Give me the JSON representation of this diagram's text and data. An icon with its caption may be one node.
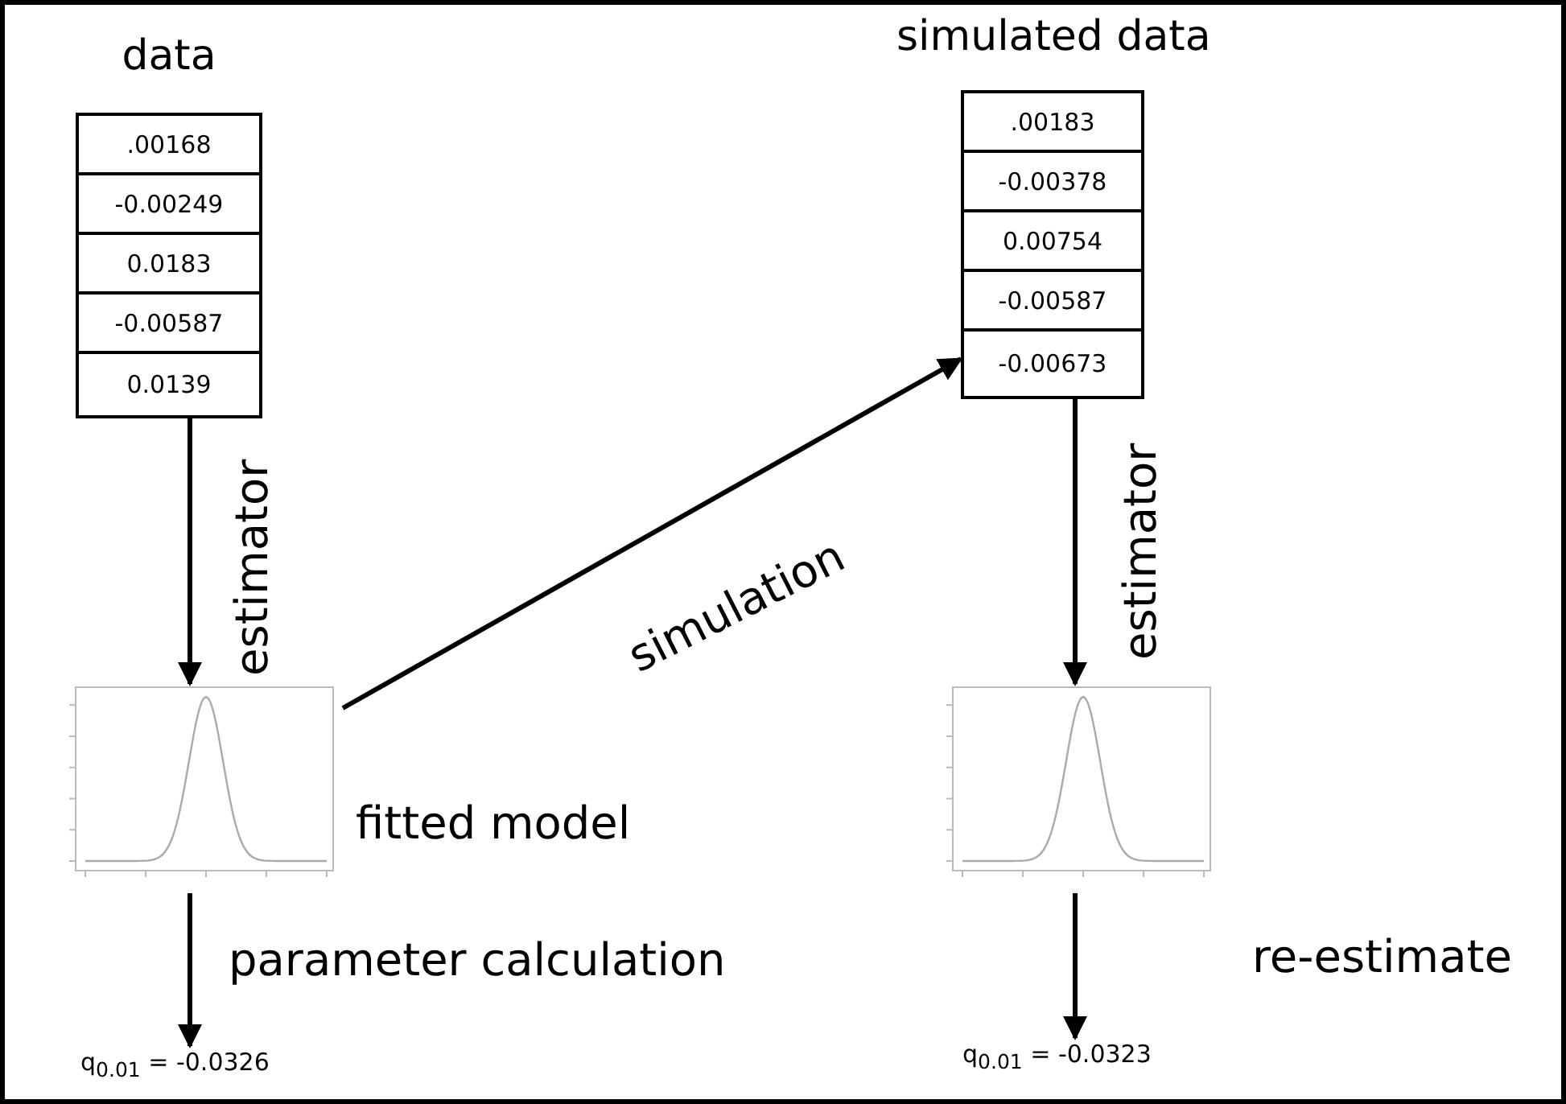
{
  "diagram": {
    "nodes": [
      {
        "text": [
          "data"
        ]
      },
      {
        "text": [
          ".00168"
        ],
        "in": 0
      },
      {
        "text": [
          "-0.00249"
        ],
        "in": 0
      },
      {
        "text": [
          "0.0183"
        ],
        "in": 0
      },
      {
        "text": [
          "-0.00587"
        ],
        "in": 0
      },
      {
        "text": [
          "0.0139"
        ],
        "in": 0
      },
      {
        "text": [],
        "shape": "picture",
        "beside": [
          "fitted model"
        ]
      },
      {
        "text": [
          "q$_{0.01}$ = -0.0326"
        ]
      },
      {
        "text": [
          "simulated data"
        ]
      },
      {
        "text": [
          ".00183"
        ],
        "in": 8
      },
      {
        "text": [
          "-0.00378"
        ],
        "in": 8
      },
      {
        "text": [
          "0.00754"
        ],
        "in": 8
      },
      {
        "text": [
          "-0.00587"
        ],
        "in": 8
      },
      {
        "text": [
          "-0.00673"
        ],
        "in": 8
      },
      {
        "text": [],
        "shape": "picture"
      },
      {
        "text": [
          "q$_{0.01}$ = -0.0323"
        ]
      }
    ],
    "edges": [
      {
        "from": 0,
        "to": 6,
        "arrow": "to",
        "label": "estimator"
      },
      {
        "from": 6,
        "to": 7,
        "arrow": "to",
        "label": "parameter calculation"
      },
      {
        "from": 6,
        "to": 8,
        "arrow": "to",
        "label": "simulation"
      },
      {
        "from": 8,
        "to": 14,
        "arrow": "to",
        "label": "estimator"
      },
      {
        "from": 14,
        "to": 15,
        "arrow": "to",
        "label": "re-estimate"
      }
    ]
  }
}
